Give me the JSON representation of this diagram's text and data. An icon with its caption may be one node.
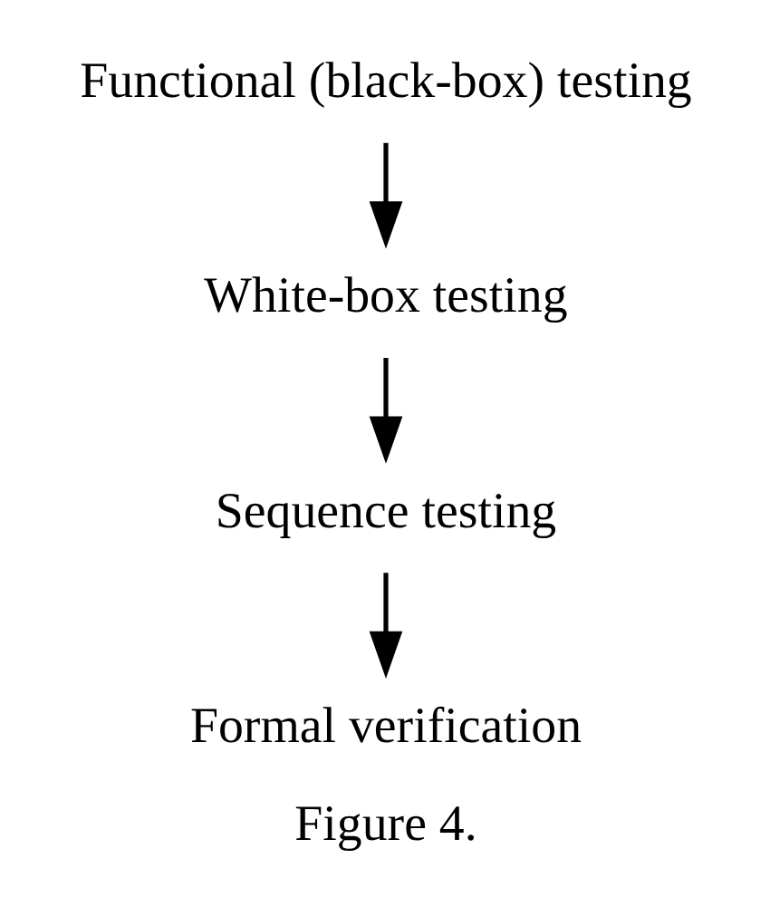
{
  "diagram": {
    "caption": "Figure 4.",
    "nodes": [
      {
        "text": [
          "Functional (black-box) testing"
        ]
      },
      {
        "text": [
          "White-box testing"
        ]
      },
      {
        "text": [
          "Sequence testing"
        ]
      },
      {
        "text": [
          "Formal verification"
        ]
      }
    ],
    "edges": [
      {
        "from": 0,
        "to": 1,
        "arrow": "to"
      },
      {
        "from": 1,
        "to": 2,
        "arrow": "to"
      },
      {
        "from": 2,
        "to": 3,
        "arrow": "to"
      }
    ]
  }
}
